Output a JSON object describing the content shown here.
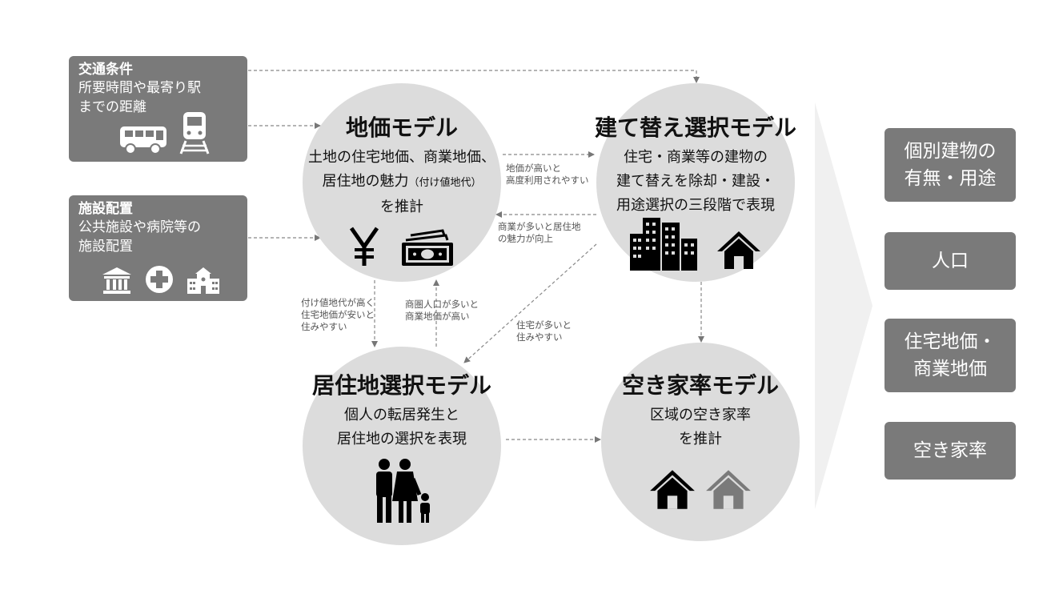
{
  "inputs": {
    "transport": {
      "title": "交通条件",
      "desc_line1": "所要時間や最寄り駅",
      "desc_line2": "までの距離",
      "icons": [
        "bus-icon",
        "train-icon"
      ]
    },
    "facility": {
      "title": "施設配置",
      "desc_line1": "公共施設や病院等の",
      "desc_line2": "施設配置",
      "icons": [
        "public-building-icon",
        "hospital-icon",
        "school-icon"
      ]
    }
  },
  "models": {
    "land_price": {
      "title": "地価モデル",
      "line1": "土地の住宅地価、商業地価、",
      "line2": "居住地の魅力",
      "line2_small": "（付け値地代）",
      "line3": "を推計",
      "icons": [
        "yen-icon",
        "money-icon"
      ]
    },
    "rebuild": {
      "title": "建て替え選択モデル",
      "line1": "住宅・商業等の建物の",
      "line2": "建て替えを除却・建設・",
      "line3": "用途選択の三段階で表現",
      "icons": [
        "buildings-icon",
        "house-icon"
      ]
    },
    "residence": {
      "title": "居住地選択モデル",
      "line1": "個人の転居発生と",
      "line2": "居住地の選択を表現",
      "icons": [
        "family-icon"
      ]
    },
    "vacancy": {
      "title": "空き家率モデル",
      "line1": "区域の空き家率",
      "line2": "を推計",
      "icons": [
        "house-occupied-icon",
        "house-vacant-icon"
      ]
    }
  },
  "labels": {
    "land_to_rebuild": [
      "地価が高いと",
      "高度利用されやすい"
    ],
    "rebuild_to_land": [
      "商業が多いと居住地",
      "の魅力が向上"
    ],
    "land_to_residence": [
      "付け値地代が高く",
      "住宅地価が安いと",
      "住みやすい"
    ],
    "residence_to_land": [
      "商圏人口が多いと",
      "商業地価が高い"
    ],
    "rebuild_to_residence": [
      "住宅が多いと",
      "住みやすい"
    ]
  },
  "outputs": [
    {
      "line1": "個別建物の",
      "line2": "有無・用途"
    },
    {
      "line1": "人口",
      "line2": ""
    },
    {
      "line1": "住宅地価・",
      "line2": "商業地価"
    },
    {
      "line1": "空き家率",
      "line2": ""
    }
  ],
  "colors": {
    "box": "#7a7a7a",
    "circle": "#dcdcdc",
    "arrow": "#777777",
    "vacant_house": "#7a7a7a"
  }
}
